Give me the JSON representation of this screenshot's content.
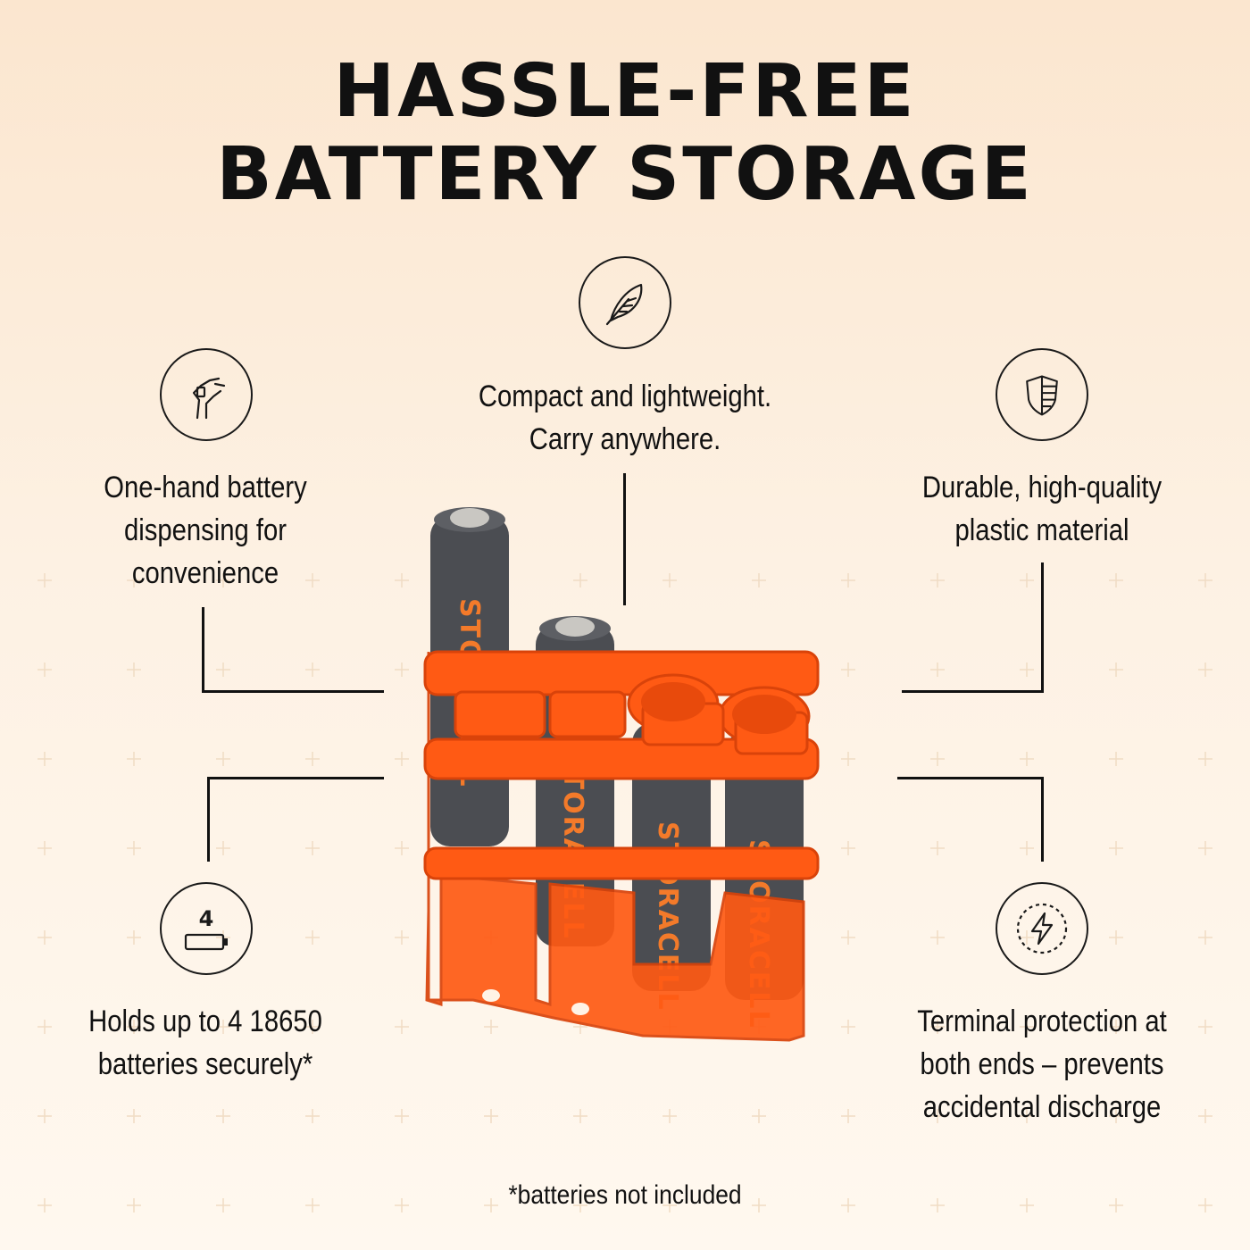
{
  "heading": {
    "line1": "HASSLE-FREE",
    "line2": "BATTERY STORAGE"
  },
  "features": {
    "top": {
      "icon": "feather-icon",
      "line1": "Compact and lightweight.",
      "line2": "Carry anywhere."
    },
    "top_left": {
      "icon": "hand-pinch-icon",
      "line1": "One-hand battery",
      "line2": "dispensing for",
      "line3": "convenience"
    },
    "top_right": {
      "icon": "shield-icon",
      "line1": "Durable, high-quality",
      "line2": "plastic material"
    },
    "bottom_left": {
      "icon": "battery-count-icon",
      "icon_number": "4",
      "line1": "Holds up to 4 18650",
      "line2": "batteries securely*"
    },
    "bottom_right": {
      "icon": "lightning-bolt-icon",
      "line1": "Terminal protection at",
      "line2": "both ends – prevents",
      "line3": "accidental discharge"
    }
  },
  "product": {
    "battery_brand": "STORACELL",
    "holder_color": "#ff5a14",
    "battery_color": "#4b4d52",
    "label_color": "#f37a2a"
  },
  "footnote": "*batteries not included"
}
